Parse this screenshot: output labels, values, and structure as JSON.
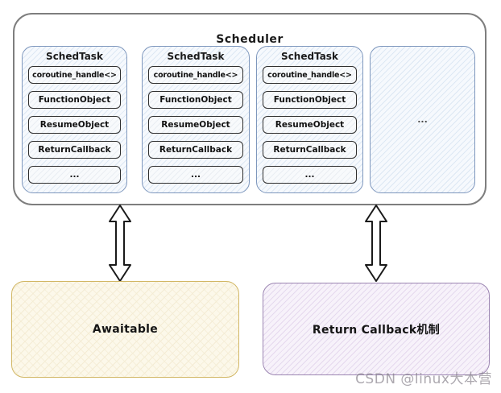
{
  "scheduler": {
    "title": "Scheduler",
    "tasks": [
      {
        "title": "SchedTask",
        "items": [
          "coroutine_handle<>",
          "FunctionObject",
          "ResumeObject",
          "ReturnCallback",
          "..."
        ]
      },
      {
        "title": "SchedTask",
        "items": [
          "coroutine_handle<>",
          "FunctionObject",
          "ResumeObject",
          "ReturnCallback",
          "..."
        ]
      },
      {
        "title": "SchedTask",
        "items": [
          "coroutine_handle<>",
          "FunctionObject",
          "ResumeObject",
          "ReturnCallback",
          "..."
        ]
      }
    ],
    "more_label": "..."
  },
  "bottom": {
    "awaitable_label": "Awaitable",
    "return_callback_label": "Return Callback机制"
  },
  "watermark": "CSDN @linux大本营",
  "colors": {
    "scheduler_border": "#7e7e7e",
    "task_border": "#7e97bd",
    "task_fill": "#f6f9fd",
    "item_border": "#2e2e2e",
    "awaitable_border": "#d2b765",
    "awaitable_fill": "#fcf8ea",
    "return_border": "#9c86b2",
    "return_fill": "#f7f2fa",
    "arrow_stroke": "#1a1a1a"
  }
}
